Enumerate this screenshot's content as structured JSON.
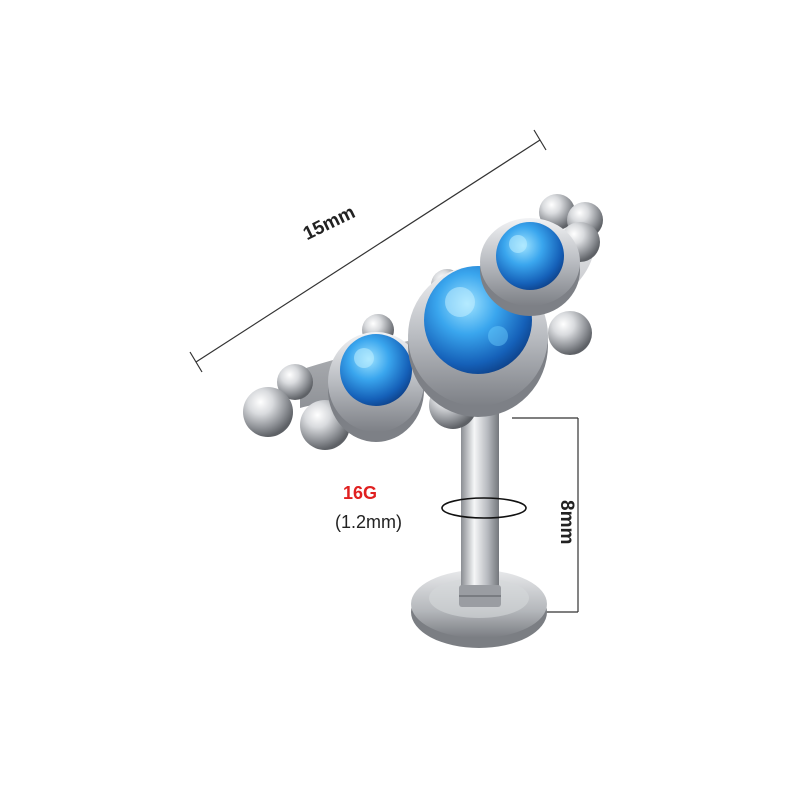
{
  "labels": {
    "length": "15mm",
    "gauge": "16G",
    "diameter": "(1.2mm)",
    "post_length": "8mm"
  },
  "colors": {
    "background": "#ffffff",
    "metal": "#c7c9cc",
    "opal": "#2f8fd8",
    "gauge_text": "#e02020",
    "text": "#222222"
  }
}
